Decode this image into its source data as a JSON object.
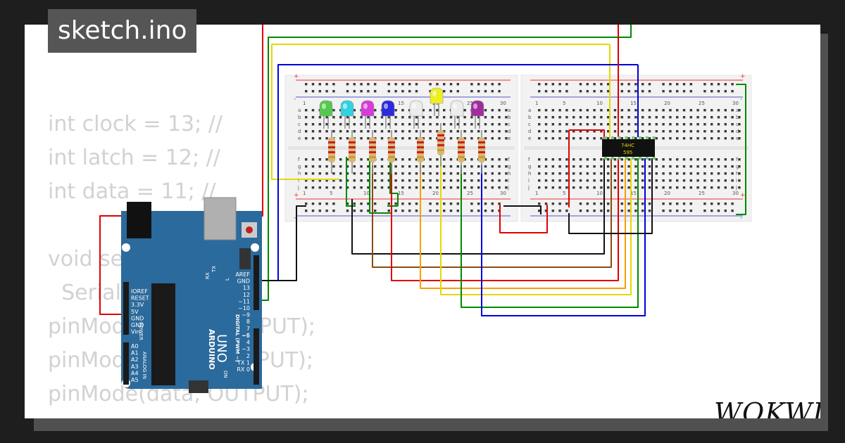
{
  "header": {
    "title": "sketch.ino"
  },
  "code": {
    "lines": [
      "int clock = 13; //",
      "int latch = 12; //",
      "int data = 11; //",
      "",
      "void setup() {",
      "  Serial.begin(9600);",
      "pinMode(clock, OUTPUT);",
      "pinMode(latch, OUTPUT);",
      "pinMode(data, OUTPUT);",
      "}"
    ]
  },
  "breadboard": {
    "row_letters_top": [
      "a",
      "b",
      "c",
      "d",
      "e"
    ],
    "row_letters_bottom": [
      "f",
      "g",
      "h",
      "i",
      "j"
    ],
    "column_numbers": [
      "1",
      "5",
      "10",
      "15",
      "20",
      "25",
      "30"
    ],
    "rail_plus": "+",
    "rail_minus": "-"
  },
  "arduino": {
    "brand": "ARDUINO",
    "model": "UNO",
    "on_label": "ON",
    "tx_label": "TX",
    "rx_label": "RX",
    "l_label": "L",
    "digital_label": "DIGITAL (PWM ~)",
    "power_label": "POWER",
    "analog_label": "ANALOG IN",
    "power_pins": [
      "IOREF",
      "RESET",
      "3.3V",
      "5V",
      "GND",
      "GND",
      "Vin"
    ],
    "analog_pins": [
      "A0",
      "A1",
      "A2",
      "A3",
      "A4",
      "A5"
    ],
    "digital_pins": [
      "AREF",
      "GND",
      "13",
      "12",
      "~11",
      "~10",
      "~9",
      "8",
      "7",
      "~6",
      "~5",
      "4",
      "~3",
      "2",
      "TX 1",
      "RX 0"
    ]
  },
  "chip": {
    "line1": "74HC",
    "line2": "595"
  },
  "leds": [
    {
      "color": "#55c94e"
    },
    {
      "color": "#2fd2de"
    },
    {
      "color": "#d63cd8"
    },
    {
      "color": "#2a2ae0"
    },
    {
      "color": "#ececec"
    },
    {
      "color": "#eeee20"
    },
    {
      "color": "#ececec"
    },
    {
      "color": "#a02ca0"
    }
  ],
  "colors": {
    "board_blue": "#2b6a9c",
    "wire_red": "#e00000",
    "wire_green": "#008a00",
    "wire_blue": "#0000dd",
    "wire_yellow": "#e6d800",
    "wire_black": "#111111",
    "wire_orange": "#f5a000",
    "wire_brown": "#8b4a12"
  },
  "brand": {
    "logo_text": "WOKWI"
  }
}
